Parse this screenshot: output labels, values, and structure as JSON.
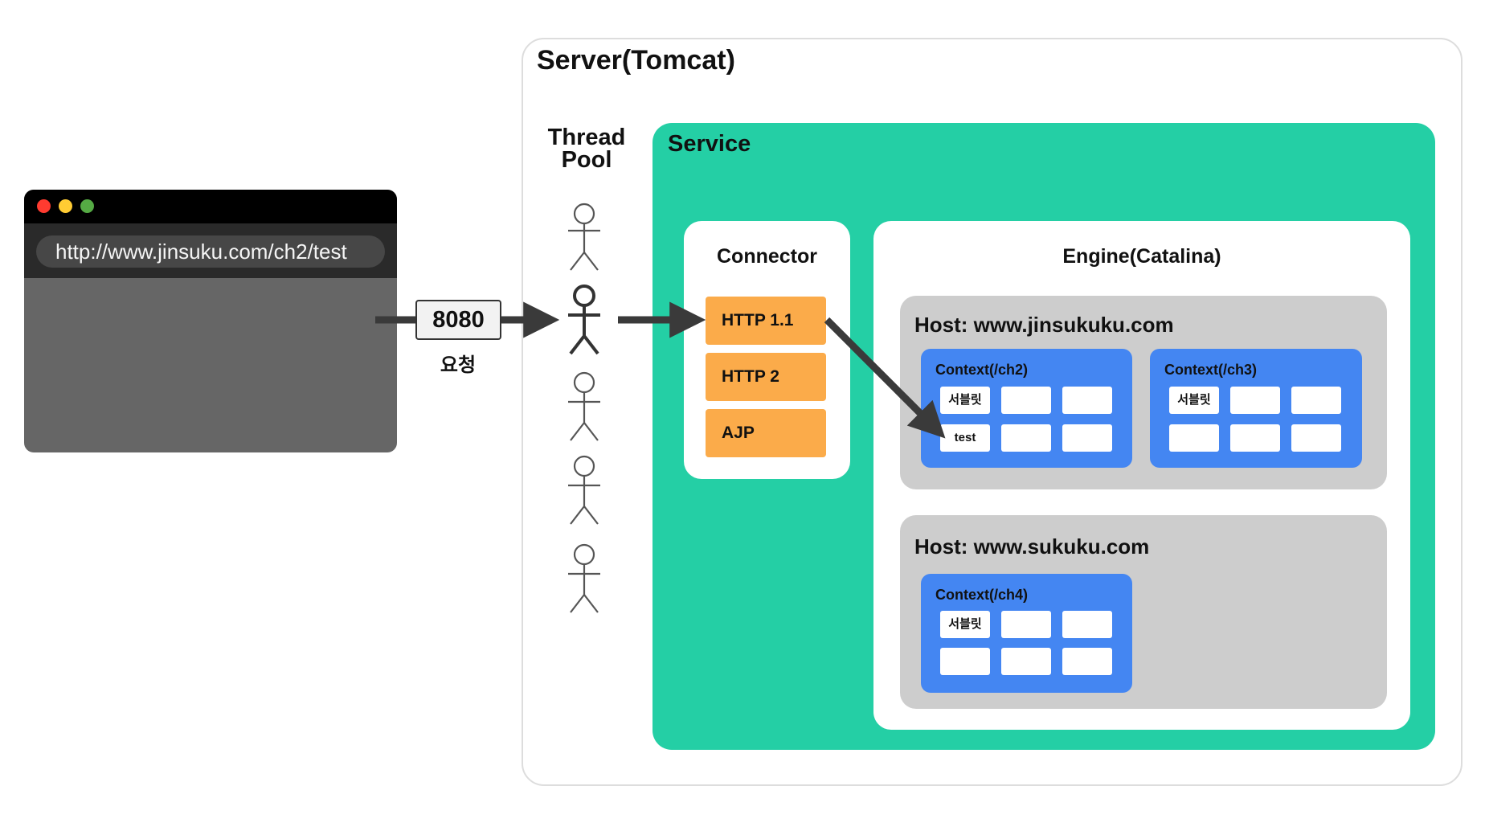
{
  "browser": {
    "url": "http://www.jinsuku.com/ch2/test"
  },
  "request": {
    "port": "8080",
    "caption": "요청"
  },
  "server": {
    "title": "Server(Tomcat)",
    "thread_pool_line1": "Thread",
    "thread_pool_line2": "Pool"
  },
  "service": {
    "title": "Service"
  },
  "connector": {
    "title": "Connector",
    "protocols": [
      "HTTP 1.1",
      "HTTP 2",
      "AJP"
    ]
  },
  "engine": {
    "title": "Engine(Catalina)",
    "hosts": [
      {
        "title": "Host: www.jinsukuku.com",
        "contexts": [
          {
            "title": "Context(/ch2)",
            "servlets": [
              "서블릿",
              "",
              "",
              "test",
              "",
              ""
            ]
          },
          {
            "title": "Context(/ch3)",
            "servlets": [
              "서블릿",
              "",
              "",
              "",
              "",
              ""
            ]
          }
        ]
      },
      {
        "title": "Host: www.sukuku.com",
        "contexts": [
          {
            "title": "Context(/ch4)",
            "servlets": [
              "서블릿",
              "",
              "",
              "",
              "",
              ""
            ]
          }
        ]
      }
    ]
  },
  "colors": {
    "service": "#24cfa5",
    "protocol": "#fbab4a",
    "host": "#cdcdcd",
    "context": "#4486f2",
    "arrow": "#3a3a3a",
    "browser_body": "#666666"
  }
}
